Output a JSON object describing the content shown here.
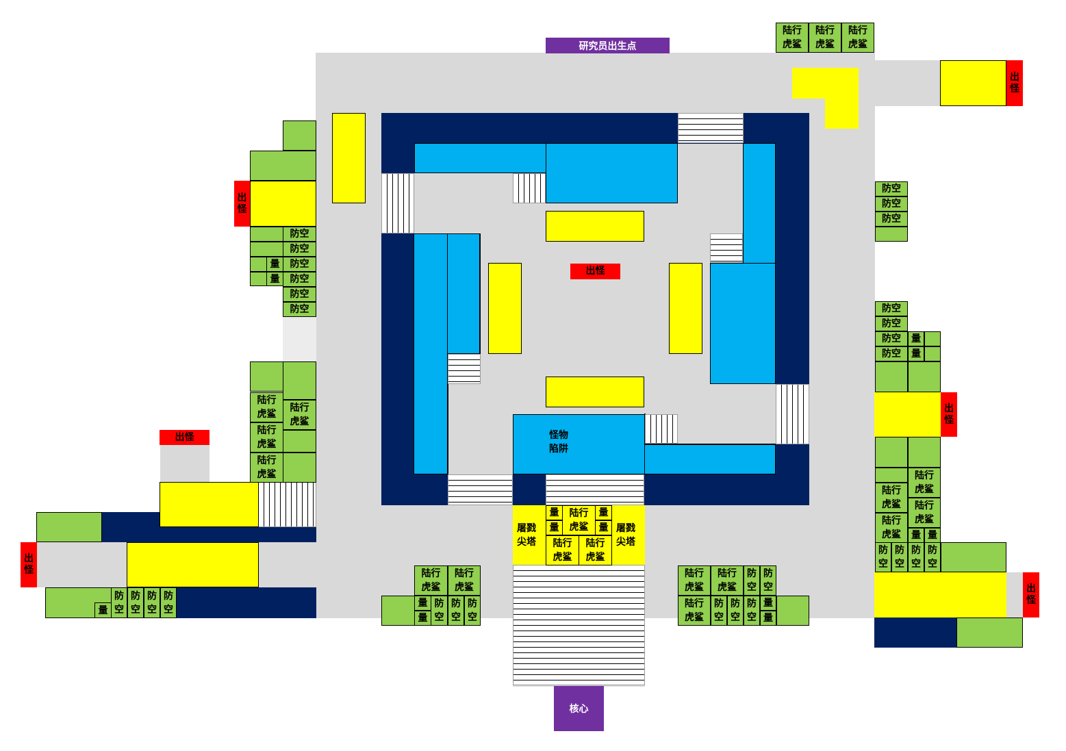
{
  "labels": {
    "researcher_spawn": "研究员出生点",
    "core": "核心",
    "spawn_vertical": "出\n怪",
    "spawn_horizontal": "出怪",
    "monster_trap": "怪物\n陷阱",
    "slaughter_tower": "屠戮\n尖塔",
    "land_tiger_shark": "陆行\n虎鲨",
    "air_defense": "防空",
    "air_defense_vertical": "防\n空",
    "quantity": "量"
  },
  "colors": {
    "floor": "#d9d9d9",
    "wall": "#002060",
    "trap": "#00b0f0",
    "tower_slot": "#ffff00",
    "unit_slot": "#92d050",
    "spawn": "#ff0000",
    "special": "#7030a0"
  }
}
